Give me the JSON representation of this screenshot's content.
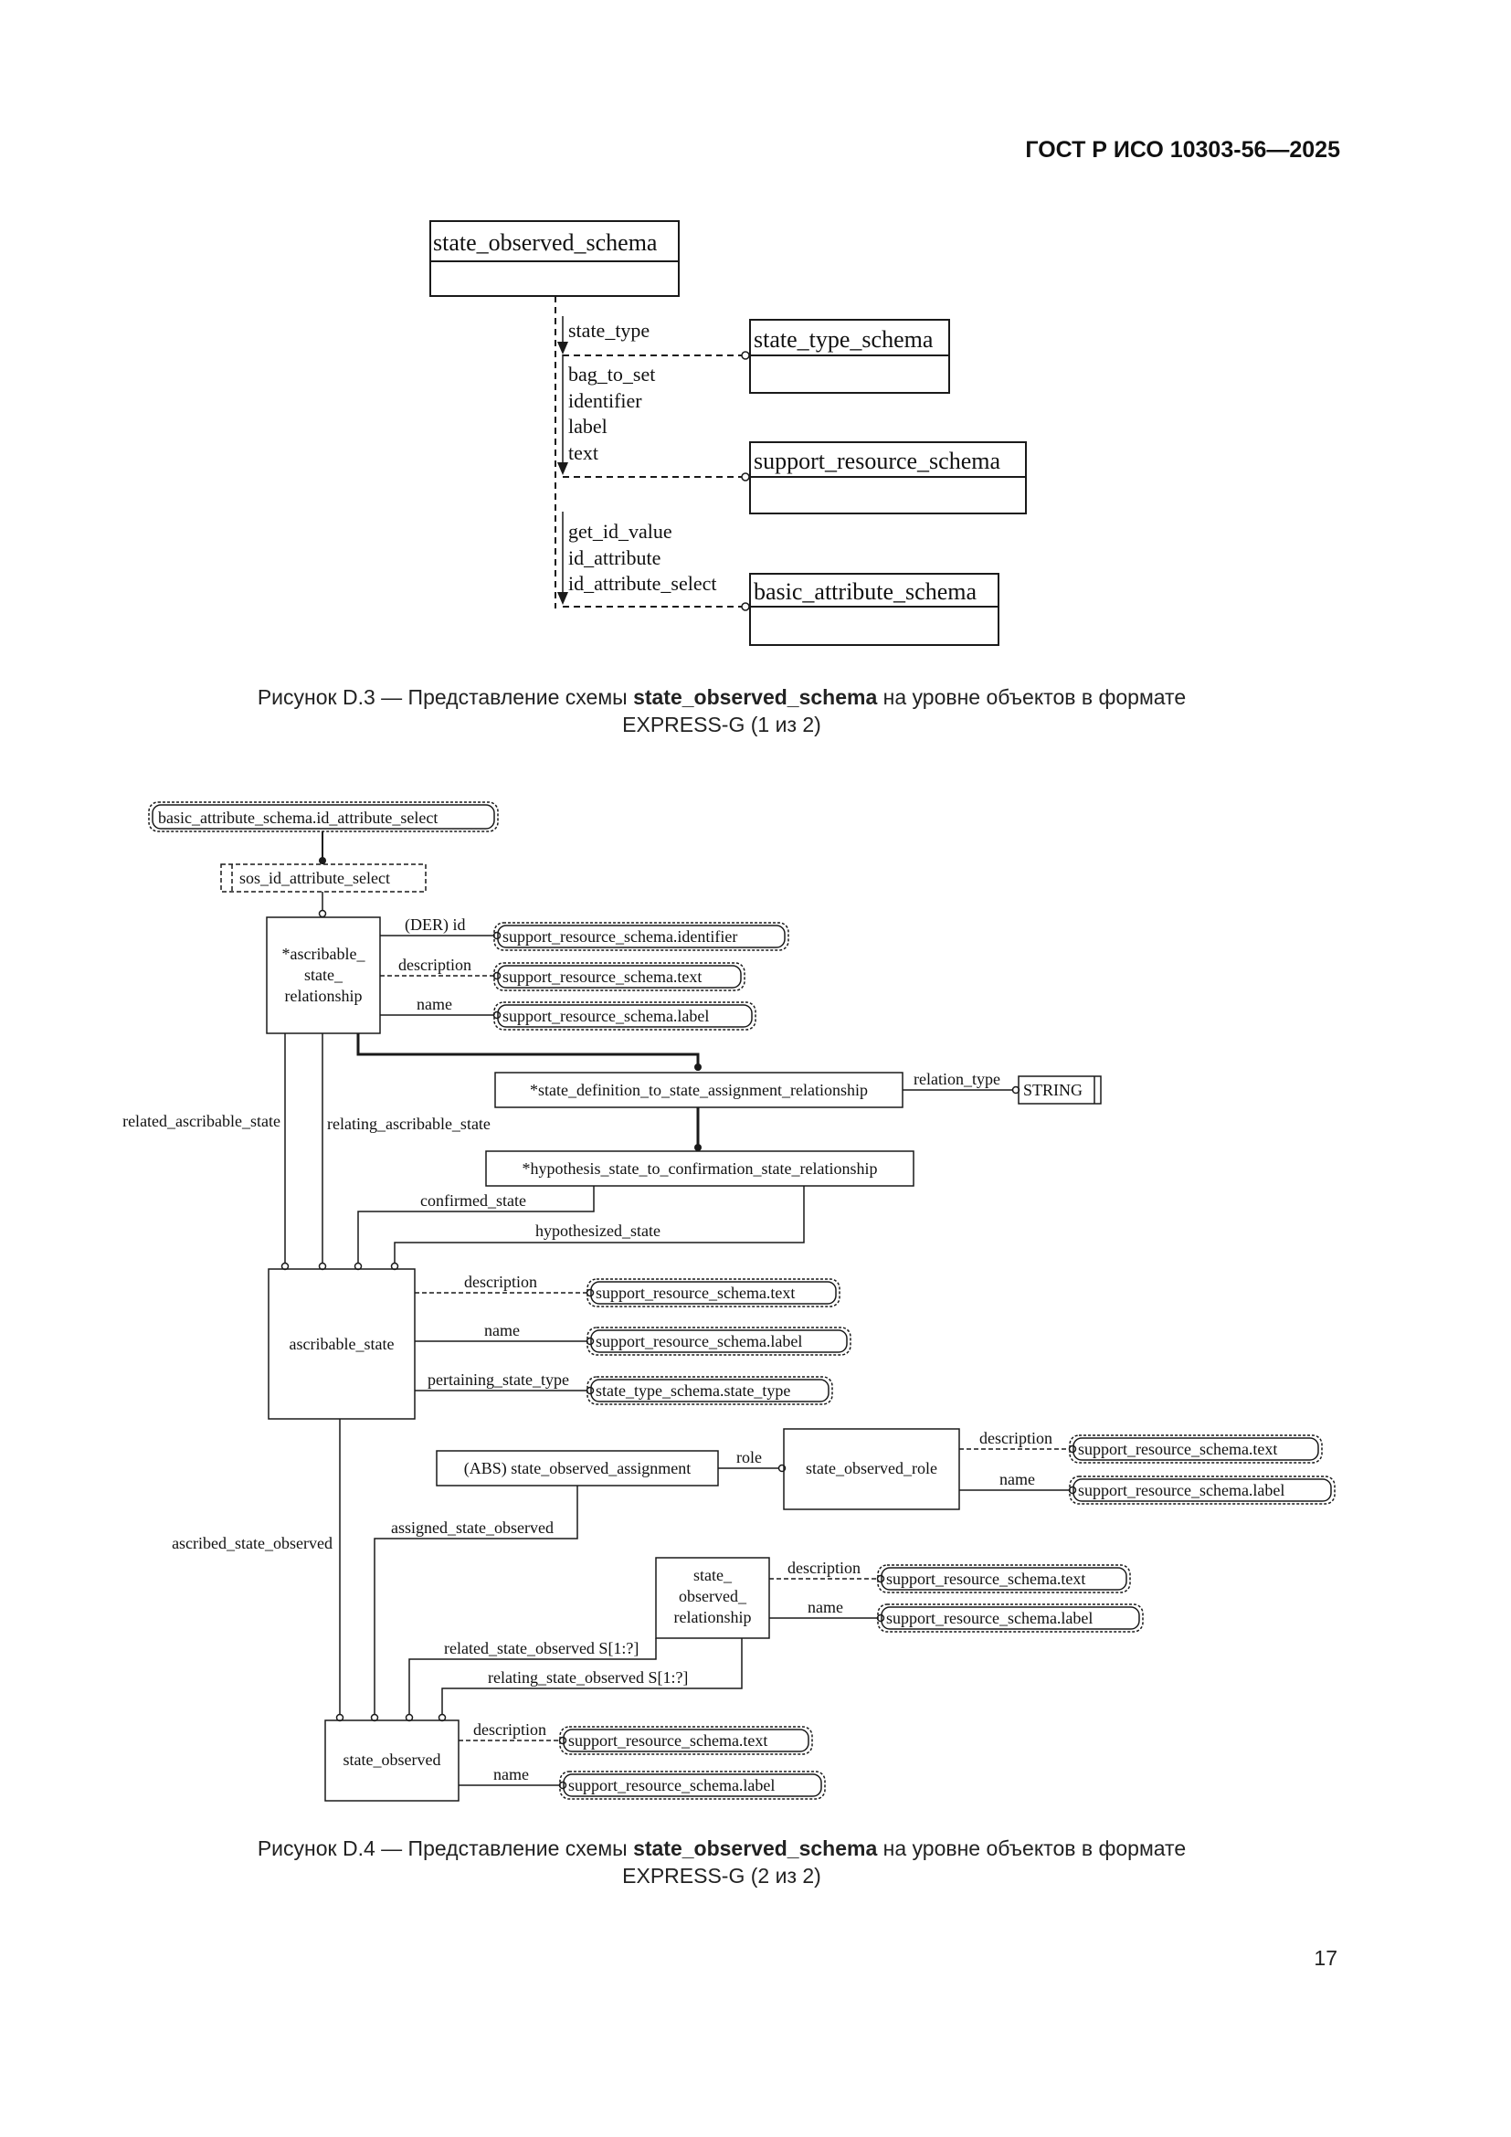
{
  "header": {
    "doc_code": "ГОСТ Р ИСО 10303-56—2025"
  },
  "figure_d3": {
    "schema_main": "state_observed_schema",
    "schema_state_type": "state_type_schema",
    "schema_support": "support_resource_schema",
    "schema_basic": "basic_attribute_schema",
    "ref_group_1": [
      "state_type"
    ],
    "ref_group_2": [
      "bag_to_set",
      "identifier",
      "label",
      "text"
    ],
    "ref_group_3": [
      "get_id_value",
      "id_attribute",
      "id_attribute_select"
    ],
    "caption_pre": "Рисунок D.3 — Представление схемы ",
    "caption_bold": "state_observed_schema",
    "caption_post": " на уровне объектов в формате",
    "caption_line2": "EXPRESS-G (1 из 2)"
  },
  "figure_d4": {
    "ref_basic_select": "basic_attribute_schema.id_attribute_select",
    "sos_select": "sos_id_attribute_select",
    "ent_asr_l1": "*ascribable_",
    "ent_asr_l2": "state_",
    "ent_asr_l3": "relationship",
    "attr_der_id": "(DER) id",
    "attr_description": "description",
    "attr_name": "name",
    "ref_identifier": "support_resource_schema.identifier",
    "ref_text": "support_resource_schema.text",
    "ref_label": "support_resource_schema.label",
    "ent_sdtsar": "*state_definition_to_state_assignment_relationship",
    "attr_relation_type": "relation_type",
    "type_string": "STRING",
    "ent_hstcsr": "*hypothesis_state_to_confirmation_state_relationship",
    "attr_related_ascribable_state": "related_ascribable_state",
    "attr_relating_ascribable_state": "relating_ascribable_state",
    "attr_confirmed_state": "confirmed_state",
    "attr_hypothesized_state": "hypothesized_state",
    "ent_ascribable_state": "ascribable_state",
    "attr_pertaining_state_type": "pertaining_state_type",
    "ref_state_type": "state_type_schema.state_type",
    "ent_soa": "(ABS) state_observed_assignment",
    "attr_role": "role",
    "ent_sor": "state_observed_role",
    "attr_ascribed_state_observed": "ascribed_state_observed",
    "attr_assigned_state_observed": "assigned_state_observed",
    "ent_sorel_l1": "state_",
    "ent_sorel_l2": "observed_",
    "ent_sorel_l3": "relationship",
    "attr_related_so": "related_state_observed S[1:?]",
    "attr_relating_so": "relating_state_observed S[1:?]",
    "ent_state_observed": "state_observed",
    "caption_pre": "Рисунок D.4 —  Представление схемы ",
    "caption_bold": "state_observed_schema",
    "caption_post": " на уровне объектов в формате",
    "caption_line2": "EXPRESS-G (2 из 2)"
  },
  "page_number": "17"
}
